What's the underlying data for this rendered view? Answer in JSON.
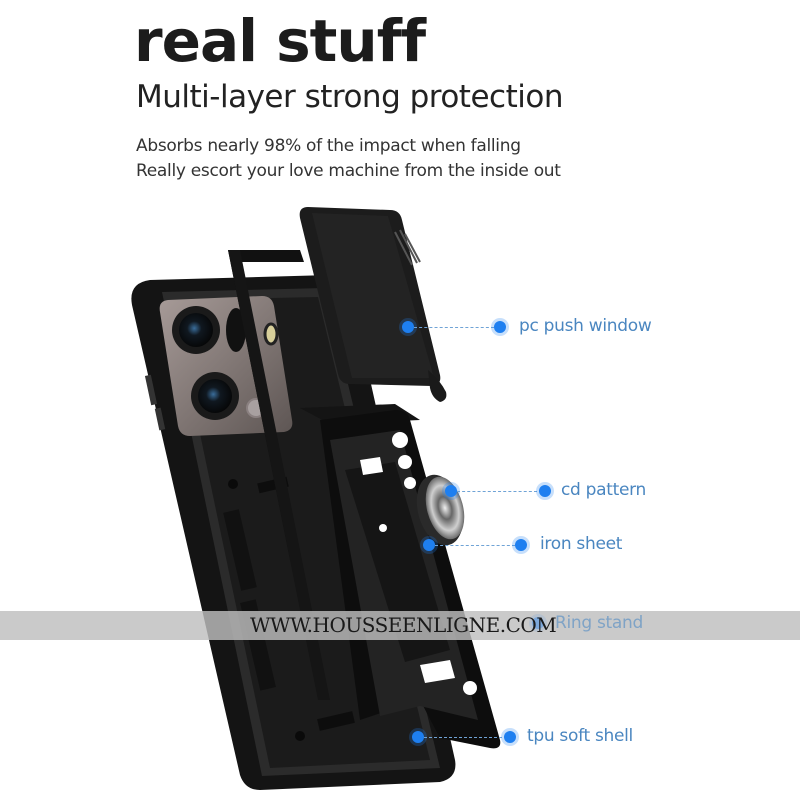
{
  "heading": {
    "title": "real stuff",
    "subtitle": "Multi-layer strong protection",
    "lines": [
      "Absorbs nearly 98% of the impact when falling",
      "Really escort your love machine from the inside out"
    ]
  },
  "callouts": [
    {
      "label": "pc push window"
    },
    {
      "label": "cd pattern"
    },
    {
      "label": "iron sheet"
    },
    {
      "label": "Ring stand"
    },
    {
      "label": "tpu soft shell"
    }
  ],
  "watermark": "WWW.HOUSSEENLIGNE.COM",
  "colors": {
    "callout_text": "#4a86c0",
    "callout_dot": "#1e7ff0",
    "title": "#1c1c1c",
    "case_black": "#1a1a1a"
  }
}
